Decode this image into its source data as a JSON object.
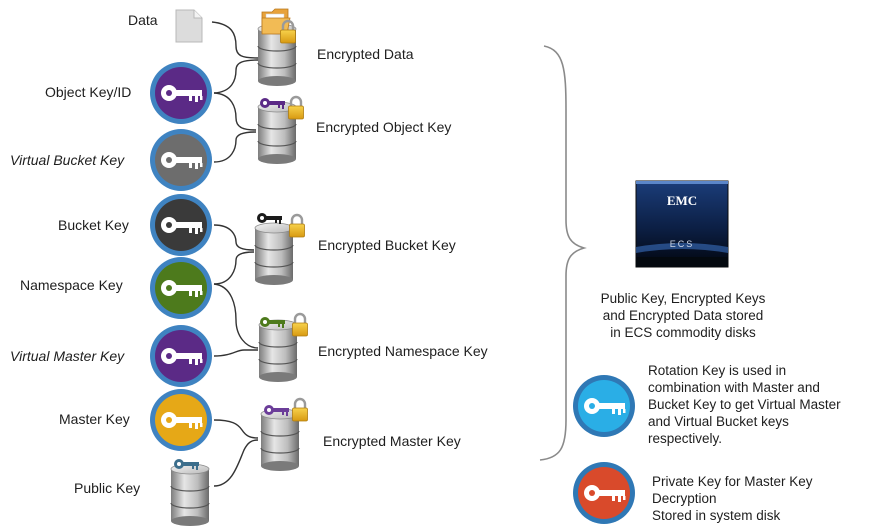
{
  "labels": {
    "data": "Data",
    "object_key": "Object Key/ID",
    "virtual_bucket_key": "Virtual Bucket Key",
    "bucket_key": "Bucket Key",
    "namespace_key": "Namespace Key",
    "virtual_master_key": "Virtual Master Key",
    "master_key": "Master Key",
    "public_key": "Public Key"
  },
  "encrypted": {
    "data": "Encrypted Data",
    "object_key": "Encrypted Object Key",
    "bucket_key": "Encrypted Bucket Key",
    "namespace_key": "Encrypted Namespace Key",
    "master_key": "Encrypted Master Key"
  },
  "appliance": {
    "logo": "EMC",
    "product": "ECS",
    "caption_lines": [
      "Public Key, Encrypted Keys",
      "and Encrypted Data stored",
      "in ECS commodity disks"
    ]
  },
  "legend": {
    "rotation_lines": [
      "Rotation Key is used in",
      "combination with Master and",
      "Bucket Key to get Virtual Master",
      "and Virtual Bucket keys",
      "respectively."
    ],
    "private_lines": [
      "Private Key for Master Key",
      "Decryption",
      "Stored in system disk"
    ]
  },
  "colors": {
    "purple": "#5b2a86",
    "gray": "#6d6d6d",
    "dark": "#3a3a3a",
    "green": "#4d7a1c",
    "yellow": "#e6a817",
    "blue": "#2aaee6",
    "red": "#d94a2b",
    "ring": "#3f83c1",
    "lock": "#e8b422"
  }
}
